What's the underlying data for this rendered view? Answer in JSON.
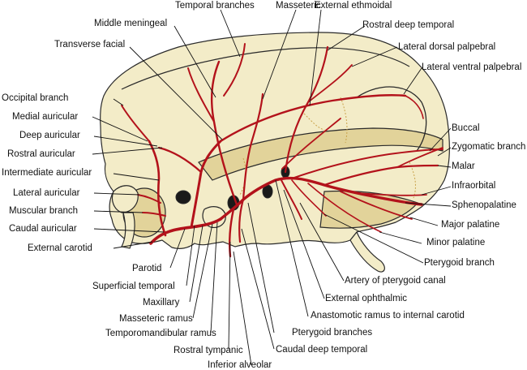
{
  "colors": {
    "artery": "#b3121b",
    "bone": "#f3ecc8",
    "bone_shade": "#e2d39a",
    "outline": "#2a2a2a",
    "leader": "#111111",
    "foramen": "#1a1a1a"
  },
  "labels": {
    "temporal_branches": "Temporal branches",
    "masseteric": "Masseteric",
    "external_ethmoidal": "External ethmoidal",
    "middle_meningeal": "Middle meningeal",
    "rostral_deep_temporal": "Rostral deep temporal",
    "transverse_facial": "Transverse facial",
    "lateral_dorsal_palpebral": "Lateral dorsal palpebral",
    "lateral_ventral_palpebral": "Lateral ventral palpebral",
    "occipital_branch": "Occipital branch",
    "medial_auricular": "Medial auricular",
    "deep_auricular": "Deep auricular",
    "rostral_auricular": "Rostral auricular",
    "intermediate_auricular": "Intermediate auricular",
    "lateral_auricular": "Lateral auricular",
    "muscular_branch": "Muscular branch",
    "caudal_auricular": "Caudal auricular",
    "external_carotid": "External carotid",
    "buccal": "Buccal",
    "zygomatic_branch": "Zygomatic branch",
    "malar": "Malar",
    "infraorbital": "Infraorbital",
    "sphenopalatine": "Sphenopalatine",
    "major_palatine": "Major palatine",
    "minor_palatine": "Minor palatine",
    "pterygoid_branch": "Pterygoid branch",
    "artery_of_pterygoid_canal": "Artery of pterygoid canal",
    "external_ophthalmic": "External ophthalmic",
    "anastomotic_ramus": "Anastomotic ramus to internal carotid",
    "pterygoid_branches": "Pterygoid branches",
    "caudal_deep_temporal": "Caudal deep temporal",
    "parotid": "Parotid",
    "superficial_temporal": "Superficial temporal",
    "maxillary": "Maxillary",
    "masseteric_ramus": "Masseteric ramus",
    "temporomandibular_ramus": "Temporomandibular ramus",
    "rostral_tympanic": "Rostral tympanic",
    "inferior_alveolar": "Inferior alveolar"
  }
}
